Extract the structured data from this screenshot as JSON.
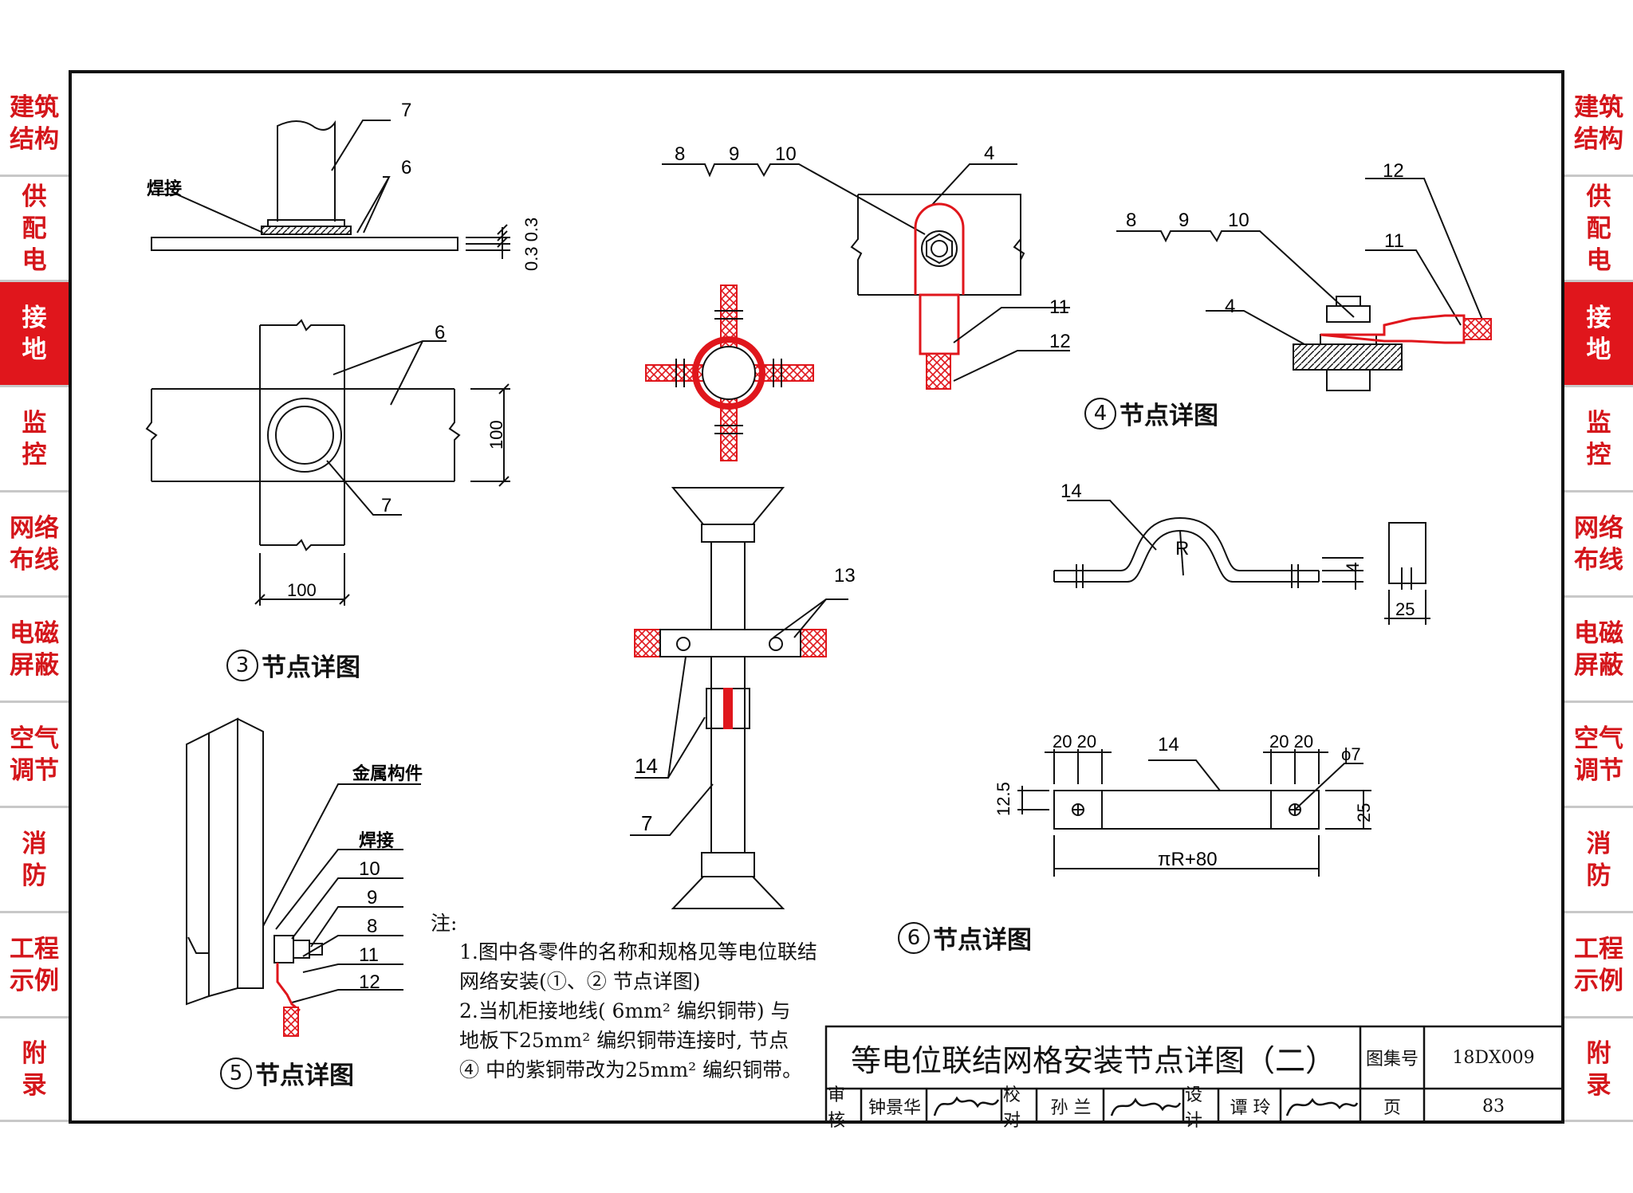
{
  "side_tabs": [
    {
      "label": "建筑结构",
      "lines": [
        "建筑",
        "结构"
      ],
      "active": false
    },
    {
      "label": "供配电",
      "lines": [
        "供",
        "配",
        "电"
      ],
      "active": false
    },
    {
      "label": "接地",
      "lines": [
        "接",
        "地"
      ],
      "active": true
    },
    {
      "label": "监控",
      "lines": [
        "监",
        "控"
      ],
      "active": false
    },
    {
      "label": "网络布线",
      "lines": [
        "网络",
        "布线"
      ],
      "active": false
    },
    {
      "label": "电磁屏蔽",
      "lines": [
        "电磁",
        "屏蔽"
      ],
      "active": false
    },
    {
      "label": "空气调节",
      "lines": [
        "空气",
        "调节"
      ],
      "active": false
    },
    {
      "label": "消防",
      "lines": [
        "消",
        "防"
      ],
      "active": false
    },
    {
      "label": "工程示例",
      "lines": [
        "工程",
        "示例"
      ],
      "active": false
    },
    {
      "label": "附录",
      "lines": [
        "附",
        "录"
      ],
      "active": false
    }
  ],
  "detail3": {
    "caption_num": "3",
    "caption": "节点详图",
    "label_weld": "焊接",
    "callout_7": "7",
    "callout_6": "6",
    "dim_thickness": "0.3 0.3",
    "dim_100_v": "100",
    "dim_100_h": "100"
  },
  "detail4": {
    "caption_num": "4",
    "caption": "节点详图",
    "callouts": [
      "8",
      "9",
      "10",
      "4",
      "11",
      "12"
    ]
  },
  "center_detail": {
    "callout_13": "13",
    "callout_14": "14",
    "callout_7": "7"
  },
  "detail5": {
    "caption_num": "5",
    "caption": "节点详图",
    "label_metal": "金属构件",
    "label_weld": "焊接",
    "callouts": [
      "10",
      "9",
      "8",
      "11",
      "12"
    ]
  },
  "detail6": {
    "caption_num": "6",
    "caption": "节点详图",
    "callout_14": "14",
    "radius": "R",
    "dim_4": "4",
    "dim_25": "25",
    "dim_2020_left": "20 20",
    "dim_2020_right": "20 20",
    "dim_phi7": "ϕ7",
    "dim_12_5": "12.5",
    "dim_total": "πR+80"
  },
  "notes": {
    "heading": "注:",
    "lines": [
      "1.图中各零件的名称和规格见等电位联结",
      "   网络安装(①、② 节点详图)",
      "2.当机柜接地线( 6mm² 编织铜带) 与",
      "   地板下25mm² 编织铜带连接时, 节点",
      "   ④ 中的紫铜带改为25mm² 编织铜带。"
    ]
  },
  "title_block": {
    "title": "等电位联结网格安装节点详图（二）",
    "atlas_label": "图集号",
    "atlas_no": "18DX009",
    "review_label": "审核",
    "reviewer": "钟景华",
    "check_label": "校对",
    "checker": "孙 兰",
    "design_label": "设计",
    "designer": "谭 玲",
    "page_label": "页",
    "page_no": "83"
  },
  "colors": {
    "accent_red": "#e0161c",
    "line": "#111111"
  }
}
